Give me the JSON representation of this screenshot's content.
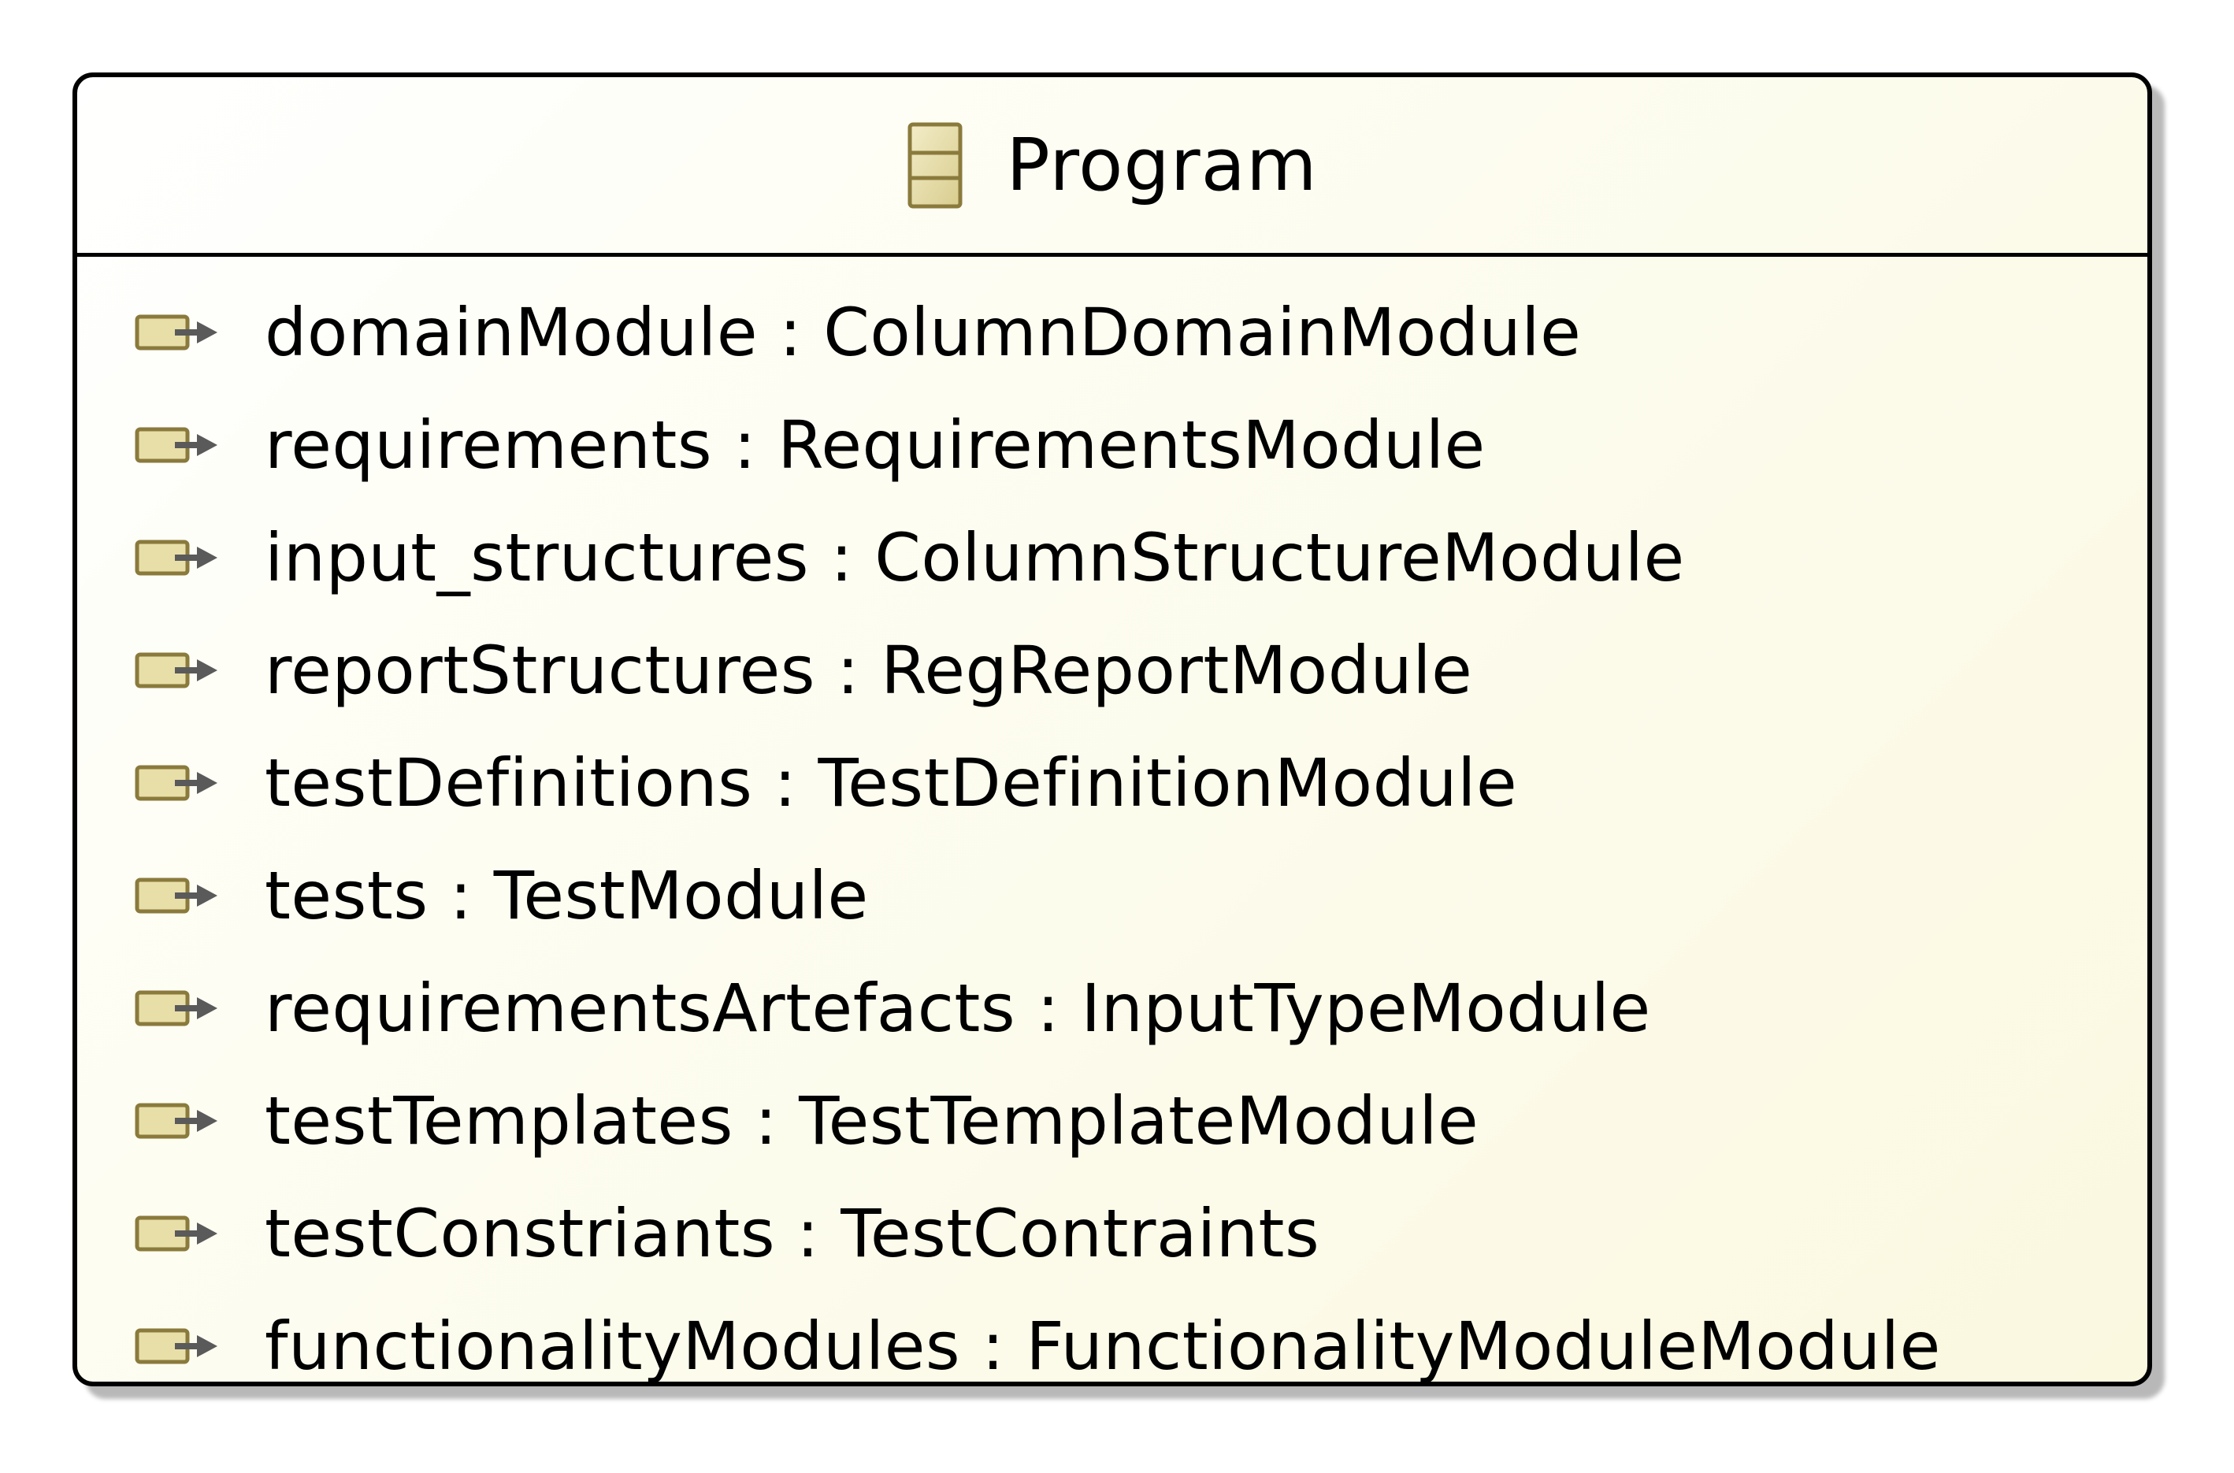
{
  "class": {
    "name": "Program",
    "icon": "class-icon"
  },
  "attributes": [
    {
      "text": "domainModule : ColumnDomainModule",
      "icon": "reference-arrow-icon"
    },
    {
      "text": "requirements : RequirementsModule",
      "icon": "reference-arrow-icon"
    },
    {
      "text": "input_structures : ColumnStructureModule",
      "icon": "reference-arrow-icon"
    },
    {
      "text": "reportStructures : RegReportModule",
      "icon": "reference-arrow-icon"
    },
    {
      "text": "testDefinitions : TestDefinitionModule",
      "icon": "reference-arrow-icon"
    },
    {
      "text": "tests : TestModule",
      "icon": "reference-arrow-icon"
    },
    {
      "text": "requirementsArtefacts : InputTypeModule",
      "icon": "reference-arrow-icon"
    },
    {
      "text": "testTemplates : TestTemplateModule",
      "icon": "reference-arrow-icon"
    },
    {
      "text": "testConstriants : TestContraints",
      "icon": "reference-arrow-icon"
    },
    {
      "text": "functionalityModules : FunctionalityModuleModule",
      "icon": "reference-arrow-icon"
    }
  ],
  "colors": {
    "box_fill": "#fbf8e0",
    "border": "#000000",
    "icon_fill": "#e8dfa8",
    "icon_stroke": "#8a7a3c",
    "arrow": "#5a5a5a"
  }
}
